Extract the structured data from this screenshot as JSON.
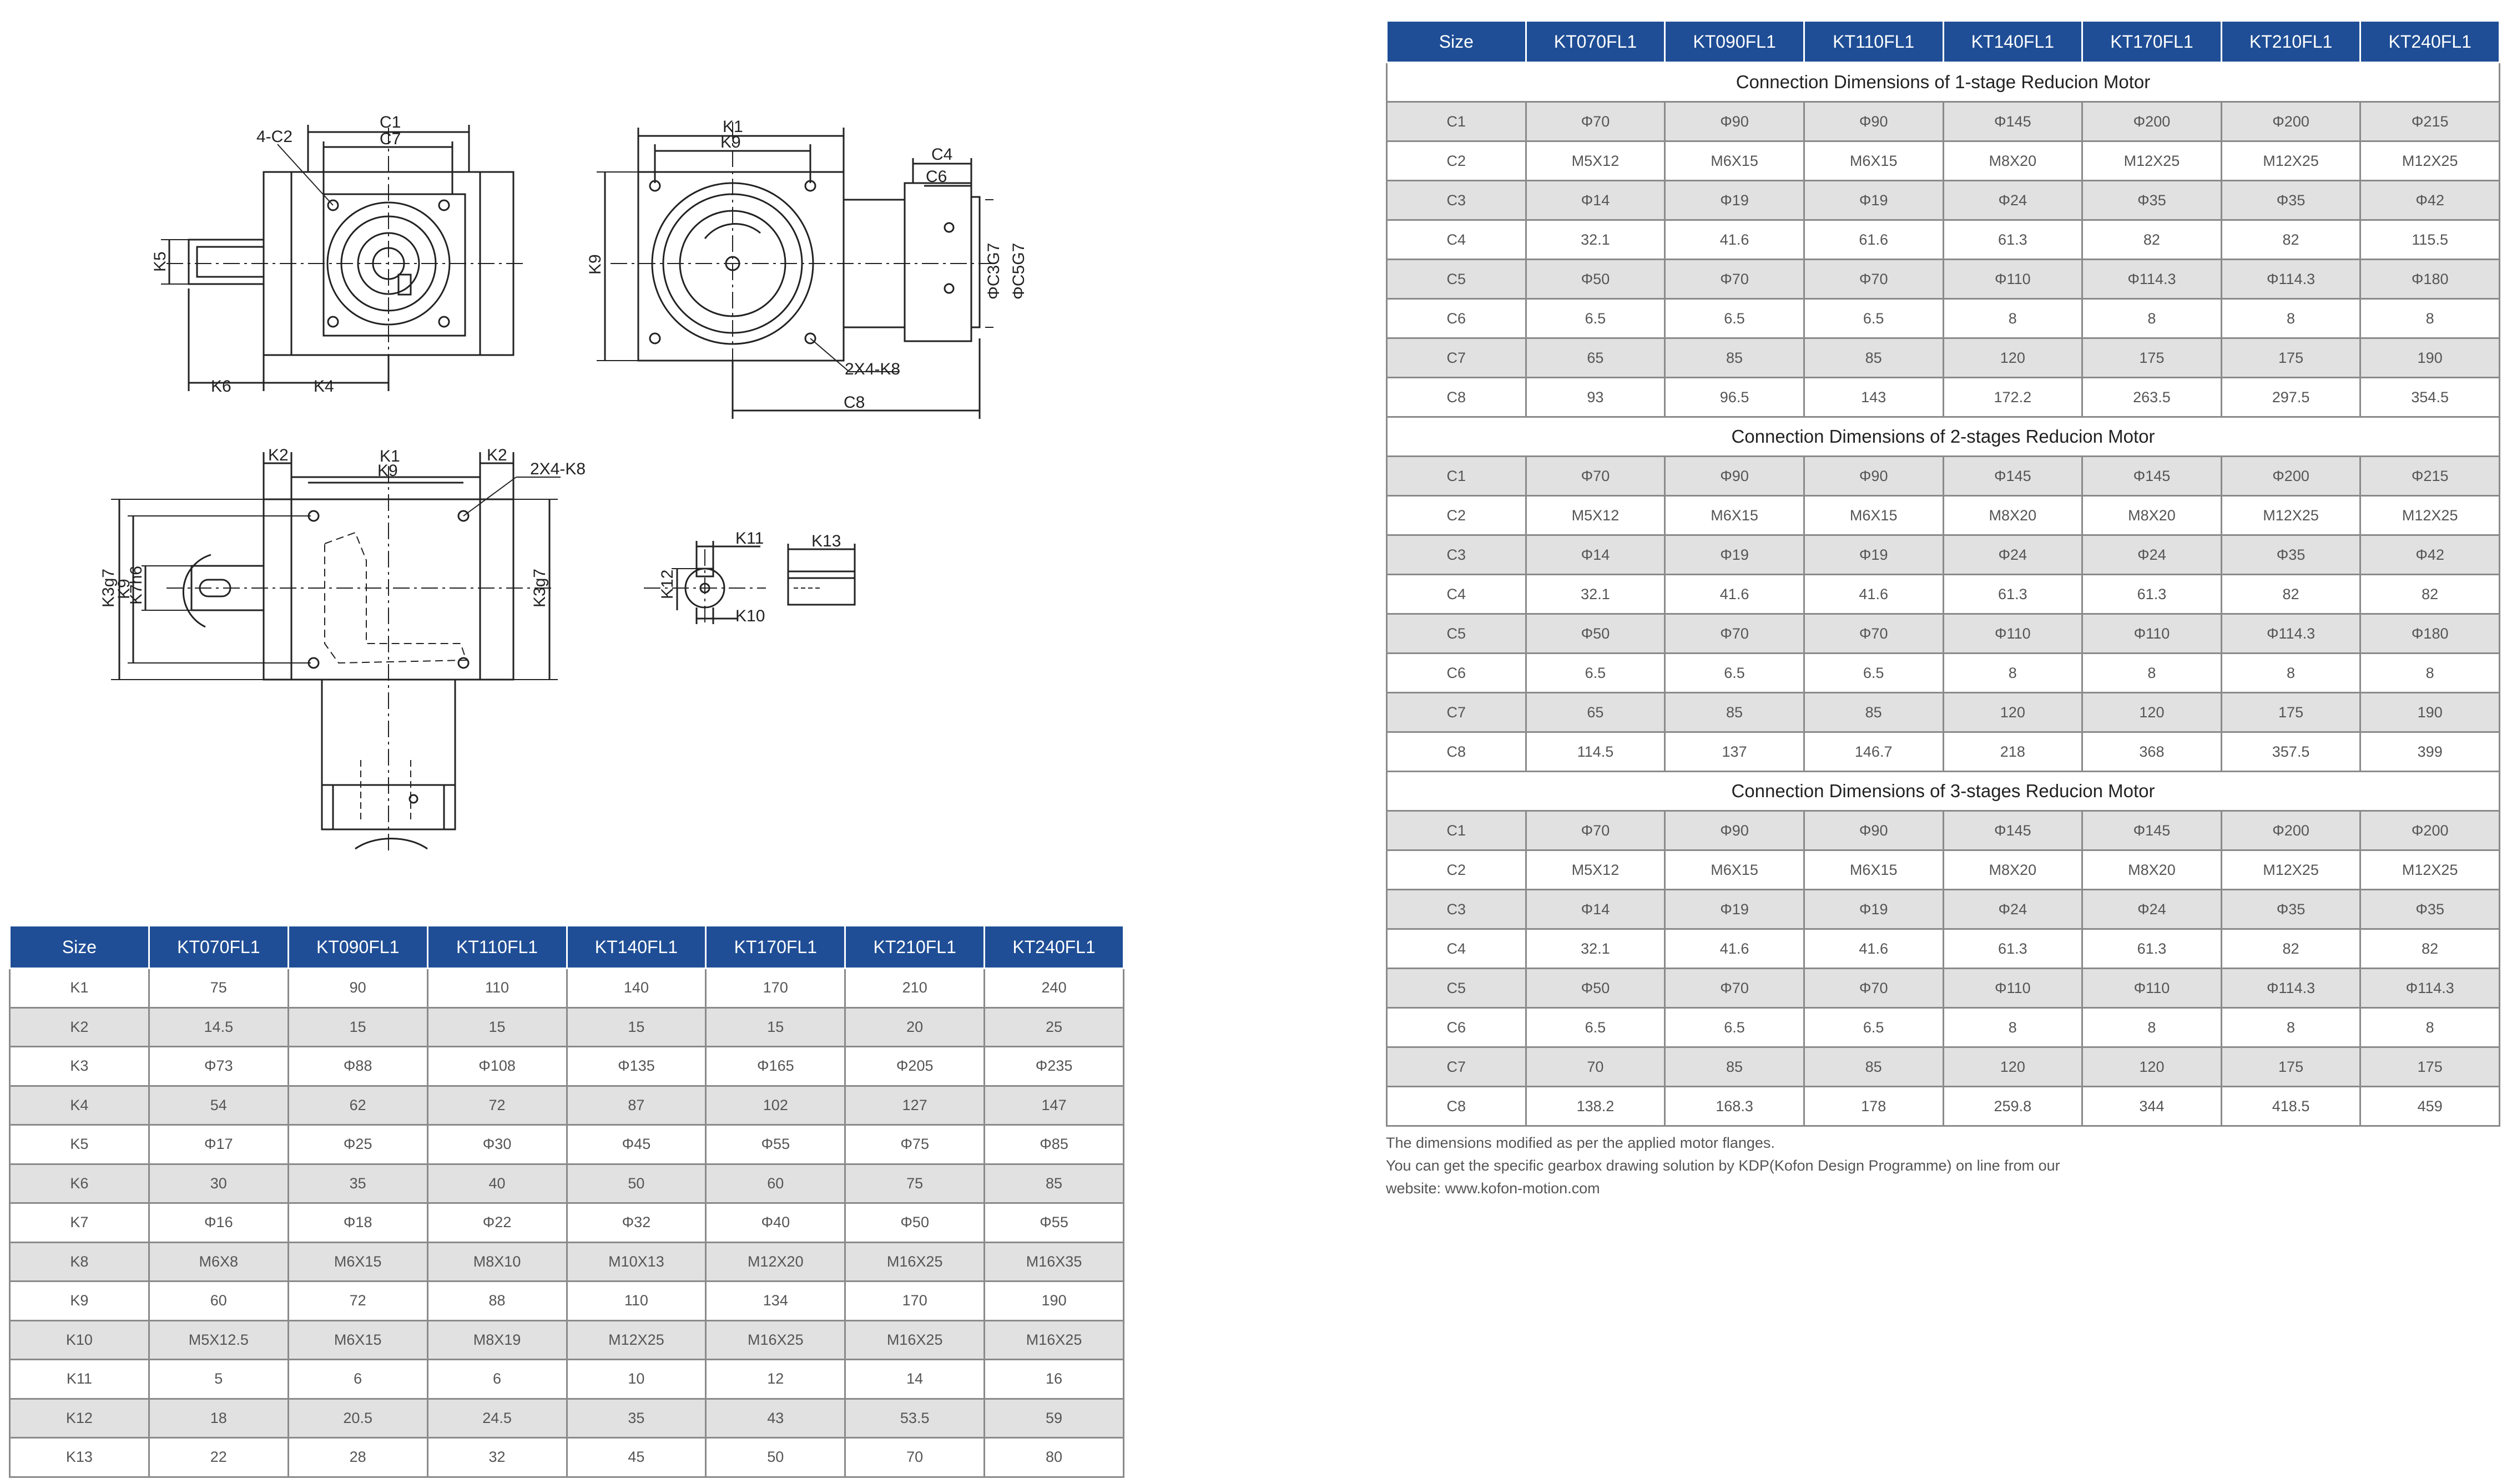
{
  "drawing_labels": {
    "top_left": {
      "c1": "C1",
      "c7": "C7",
      "c2": "4-C2",
      "k5": "K5",
      "k6": "K6",
      "k4": "K4"
    },
    "top_right": {
      "k1": "K1",
      "k9": "K9",
      "c4": "C4",
      "c6": "C6",
      "c3": "ΦC3G7",
      "c5": "ΦC5G7",
      "k8": "2X4-K8",
      "c8": "C8",
      "k9v": "K9"
    },
    "bottom": {
      "k2a": "K2",
      "k1": "K1",
      "k2b": "K2",
      "k9": "K9",
      "k8": "2X4-K8",
      "k3a": "K3g7",
      "k9v": "K9",
      "k7": "K7h6",
      "k3b": "K3g7"
    },
    "shaft": {
      "k11": "K11",
      "k13": "K13",
      "k12": "K12",
      "k10": "K10"
    }
  },
  "k_table": {
    "headers": [
      "Size",
      "KT070FL1",
      "KT090FL1",
      "KT110FL1",
      "KT140FL1",
      "KT170FL1",
      "KT210FL1",
      "KT240FL1"
    ],
    "rows": [
      [
        "K1",
        "75",
        "90",
        "110",
        "140",
        "170",
        "210",
        "240"
      ],
      [
        "K2",
        "14.5",
        "15",
        "15",
        "15",
        "15",
        "20",
        "25"
      ],
      [
        "K3",
        "Φ73",
        "Φ88",
        "Φ108",
        "Φ135",
        "Φ165",
        "Φ205",
        "Φ235"
      ],
      [
        "K4",
        "54",
        "62",
        "72",
        "87",
        "102",
        "127",
        "147"
      ],
      [
        "K5",
        "Φ17",
        "Φ25",
        "Φ30",
        "Φ45",
        "Φ55",
        "Φ75",
        "Φ85"
      ],
      [
        "K6",
        "30",
        "35",
        "40",
        "50",
        "60",
        "75",
        "85"
      ],
      [
        "K7",
        "Φ16",
        "Φ18",
        "Φ22",
        "Φ32",
        "Φ40",
        "Φ50",
        "Φ55"
      ],
      [
        "K8",
        "M6X8",
        "M6X15",
        "M8X10",
        "M10X13",
        "M12X20",
        "M16X25",
        "M16X35"
      ],
      [
        "K9",
        "60",
        "72",
        "88",
        "110",
        "134",
        "170",
        "190"
      ],
      [
        "K10",
        "M5X12.5",
        "M6X15",
        "M8X19",
        "M12X25",
        "M16X25",
        "M16X25",
        "M16X25"
      ],
      [
        "K11",
        "5",
        "6",
        "6",
        "10",
        "12",
        "14",
        "16"
      ],
      [
        "K12",
        "18",
        "20.5",
        "24.5",
        "35",
        "43",
        "53.5",
        "59"
      ],
      [
        "K13",
        "22",
        "28",
        "32",
        "45",
        "50",
        "70",
        "80"
      ]
    ]
  },
  "c_table": {
    "headers": [
      "Size",
      "KT070FL1",
      "KT090FL1",
      "KT110FL1",
      "KT140FL1",
      "KT170FL1",
      "KT210FL1",
      "KT240FL1"
    ],
    "sections": [
      {
        "title": "Connection Dimensions of 1-stage Reducion Motor",
        "rows": [
          [
            "C1",
            "Φ70",
            "Φ90",
            "Φ90",
            "Φ145",
            "Φ200",
            "Φ200",
            "Φ215"
          ],
          [
            "C2",
            "M5X12",
            "M6X15",
            "M6X15",
            "M8X20",
            "M12X25",
            "M12X25",
            "M12X25"
          ],
          [
            "C3",
            "Φ14",
            "Φ19",
            "Φ19",
            "Φ24",
            "Φ35",
            "Φ35",
            "Φ42"
          ],
          [
            "C4",
            "32.1",
            "41.6",
            "61.6",
            "61.3",
            "82",
            "82",
            "115.5"
          ],
          [
            "C5",
            "Φ50",
            "Φ70",
            "Φ70",
            "Φ110",
            "Φ114.3",
            "Φ114.3",
            "Φ180"
          ],
          [
            "C6",
            "6.5",
            "6.5",
            "6.5",
            "8",
            "8",
            "8",
            "8"
          ],
          [
            "C7",
            "65",
            "85",
            "85",
            "120",
            "175",
            "175",
            "190"
          ],
          [
            "C8",
            "93",
            "96.5",
            "143",
            "172.2",
            "263.5",
            "297.5",
            "354.5"
          ]
        ]
      },
      {
        "title": "Connection Dimensions of 2-stages Reducion Motor",
        "rows": [
          [
            "C1",
            "Φ70",
            "Φ90",
            "Φ90",
            "Φ145",
            "Φ145",
            "Φ200",
            "Φ215"
          ],
          [
            "C2",
            "M5X12",
            "M6X15",
            "M6X15",
            "M8X20",
            "M8X20",
            "M12X25",
            "M12X25"
          ],
          [
            "C3",
            "Φ14",
            "Φ19",
            "Φ19",
            "Φ24",
            "Φ24",
            "Φ35",
            "Φ42"
          ],
          [
            "C4",
            "32.1",
            "41.6",
            "41.6",
            "61.3",
            "61.3",
            "82",
            "82"
          ],
          [
            "C5",
            "Φ50",
            "Φ70",
            "Φ70",
            "Φ110",
            "Φ110",
            "Φ114.3",
            "Φ180"
          ],
          [
            "C6",
            "6.5",
            "6.5",
            "6.5",
            "8",
            "8",
            "8",
            "8"
          ],
          [
            "C7",
            "65",
            "85",
            "85",
            "120",
            "120",
            "175",
            "190"
          ],
          [
            "C8",
            "114.5",
            "137",
            "146.7",
            "218",
            "368",
            "357.5",
            "399"
          ]
        ]
      },
      {
        "title": "Connection Dimensions of 3-stages Reducion Motor",
        "rows": [
          [
            "C1",
            "Φ70",
            "Φ90",
            "Φ90",
            "Φ145",
            "Φ145",
            "Φ200",
            "Φ200"
          ],
          [
            "C2",
            "M5X12",
            "M6X15",
            "M6X15",
            "M8X20",
            "M8X20",
            "M12X25",
            "M12X25"
          ],
          [
            "C3",
            "Φ14",
            "Φ19",
            "Φ19",
            "Φ24",
            "Φ24",
            "Φ35",
            "Φ35"
          ],
          [
            "C4",
            "32.1",
            "41.6",
            "41.6",
            "61.3",
            "61.3",
            "82",
            "82"
          ],
          [
            "C5",
            "Φ50",
            "Φ70",
            "Φ70",
            "Φ110",
            "Φ110",
            "Φ114.3",
            "Φ114.3"
          ],
          [
            "C6",
            "6.5",
            "6.5",
            "6.5",
            "8",
            "8",
            "8",
            "8"
          ],
          [
            "C7",
            "70",
            "85",
            "85",
            "120",
            "120",
            "175",
            "175"
          ],
          [
            "C8",
            "138.2",
            "168.3",
            "178",
            "259.8",
            "344",
            "418.5",
            "459"
          ]
        ]
      }
    ]
  },
  "notes": [
    "The dimensions modified as per the applied motor flanges.",
    "You can get the specific gearbox drawing solution by KDP(Kofon Design Programme) on line from our",
    "website: www.kofon-motion.com"
  ],
  "colors": {
    "header_bg": "#1f4e96",
    "header_text": "#ffffff",
    "alt_row": "#e1e1e1",
    "border": "#8a8a8a"
  }
}
